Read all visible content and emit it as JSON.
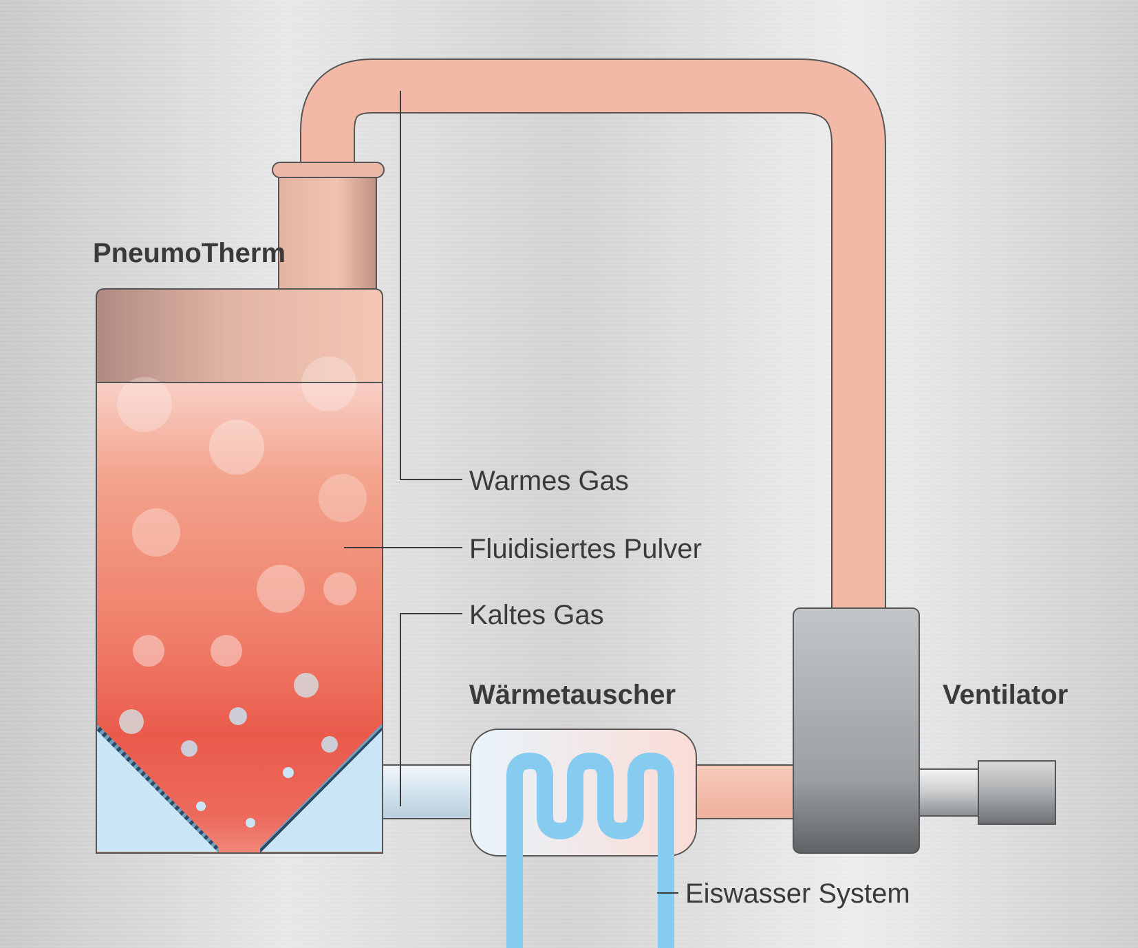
{
  "labels": {
    "pneumotherm": "PneumoTherm",
    "warm_gas": "Warmes Gas",
    "fluidized_powder": "Fluidisiertes Pulver",
    "cold_gas": "Kaltes Gas",
    "heat_exchanger": "Wärmetauscher",
    "fan": "Ventilator",
    "ice_water": "Eiswasser System"
  },
  "colors": {
    "background": "#dcdcdc",
    "pipe_warm": "#f3b9a6",
    "pipe_cold": "#cfe2ee",
    "powder_top": "#f7c6bb",
    "powder_bottom": "#e8574a",
    "cone_blue": "#c9e5f6",
    "coil_blue": "#86ccf0",
    "fan_gray": "#9ea3a6",
    "text": "#3a3a3a"
  },
  "icons": [
    "fluidized-bed-vessel",
    "heat-exchanger-coil",
    "fan-housing",
    "bubble"
  ]
}
